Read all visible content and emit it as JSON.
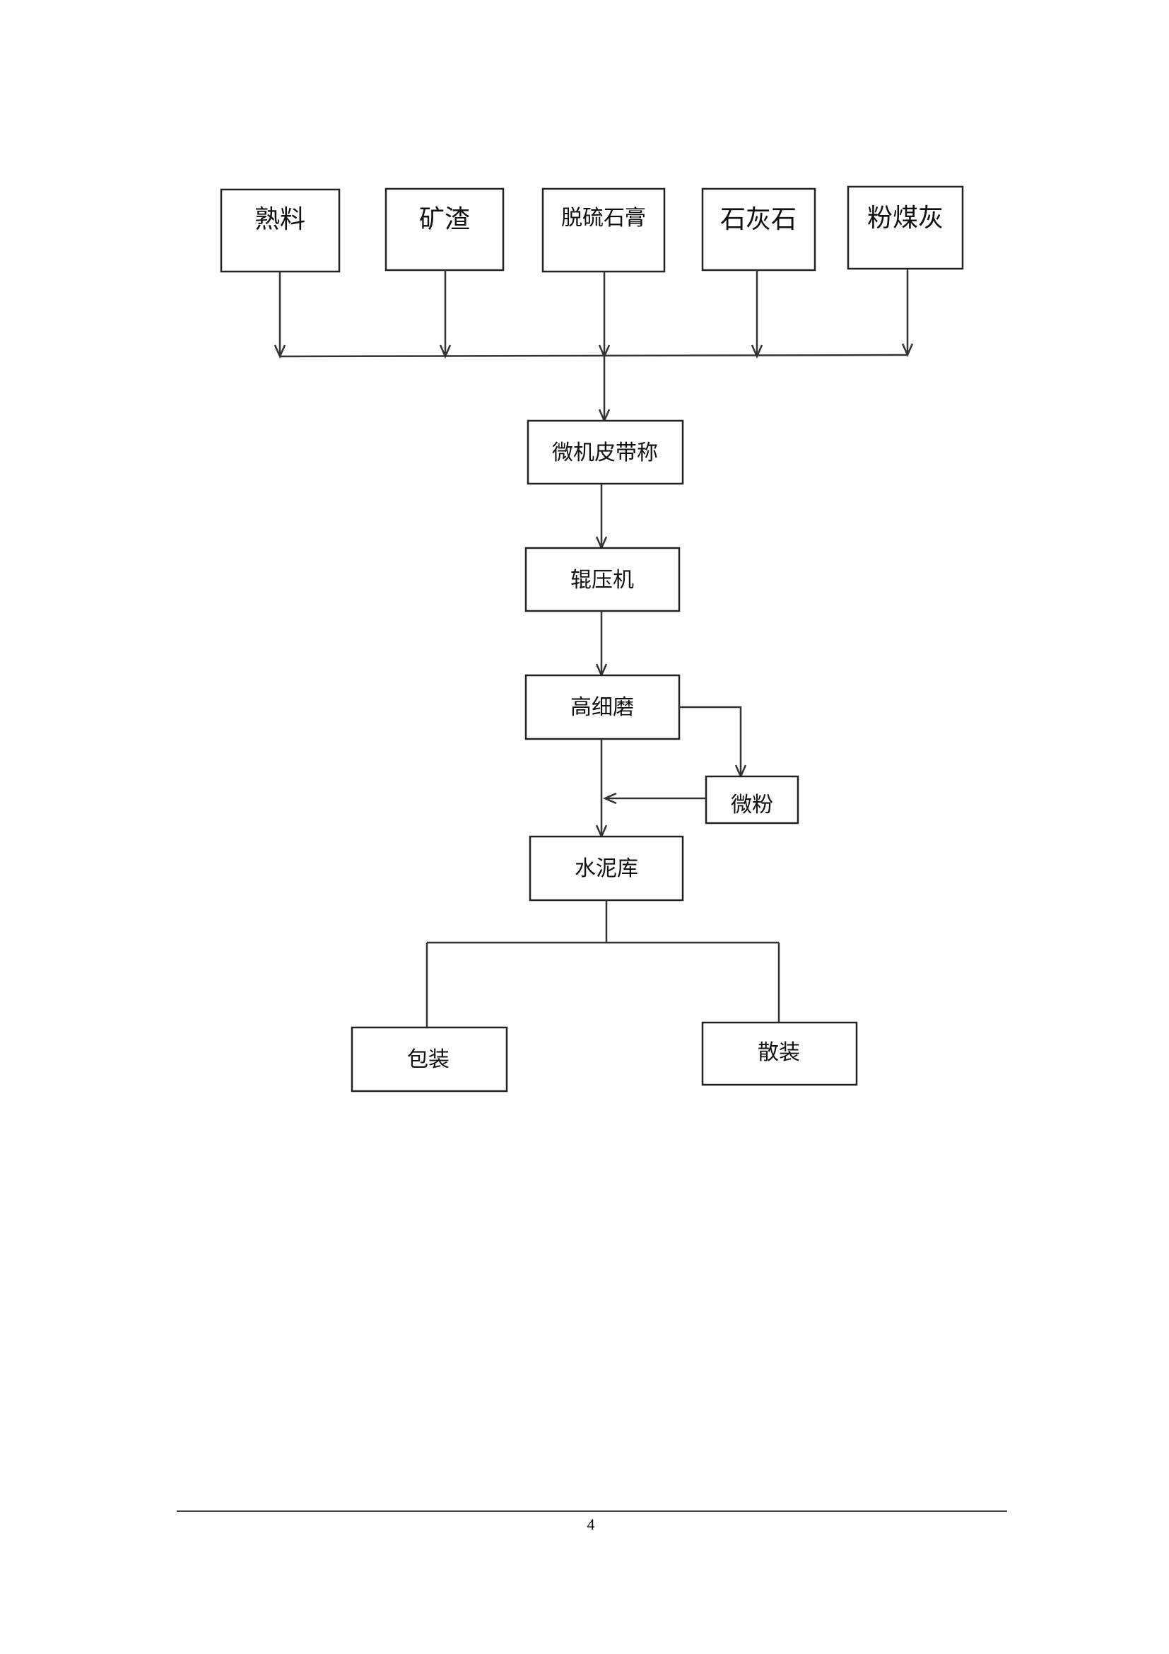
{
  "diagram": {
    "title": "水泥生产工艺流程",
    "raw_materials": [
      "熟料",
      "矿渣",
      "脱硫石膏",
      "石灰石",
      "粉煤灰"
    ],
    "belt_scale": "微机皮带称",
    "roller_press": "辊压机",
    "fine_mill": "高细磨",
    "micro_powder": "微粉",
    "cement_silo": "水泥库",
    "bagged": "包装",
    "bulk": "散装"
  },
  "footer": {
    "page_number": "4"
  }
}
